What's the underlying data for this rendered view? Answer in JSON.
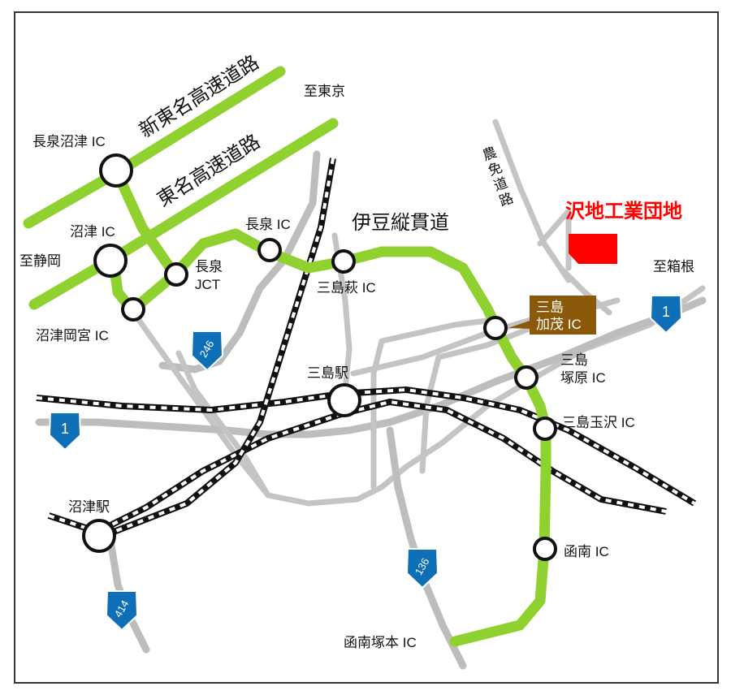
{
  "expressways": {
    "shin_tomei": "新東名高速道路",
    "tomei": "東名高速道路",
    "izu_jukan": "伊豆縦貫道"
  },
  "roads": {
    "nomen_doro": [
      "農",
      "免",
      "道",
      "路"
    ]
  },
  "directions": {
    "to_tokyo": "至東京",
    "to_shizuoka": "至静岡",
    "to_hakone": "至箱根"
  },
  "interchanges": {
    "nagaizumi_numazu": "長泉沼津 IC",
    "numazu": "沼津 IC",
    "nagaizumi_jct": [
      "長泉",
      "JCT"
    ],
    "numazu_okamiya": "沼津岡宮 IC",
    "nagaizumi": "長泉 IC",
    "mishima_hagi": "三島萩 IC",
    "mishima_kamo": [
      "三島",
      "加茂 IC"
    ],
    "mishima_tsukahara": [
      "三島",
      "塚原 IC"
    ],
    "mishima_tamasawa": "三島玉沢 IC",
    "kannami": "函南 IC",
    "kannami_tsukamoto": "函南塚本 IC"
  },
  "stations": {
    "mishima": "三島駅",
    "numazu": "沼津駅"
  },
  "route_shields": {
    "r246": "246",
    "r1_west": "1",
    "r1_east": "1",
    "r136": "136",
    "r414": "414"
  },
  "industrial_park": {
    "name": "沢地工業団地",
    "color": "#ff0000"
  },
  "colors": {
    "expressway": "#8fd22f",
    "road": "#bdbdbd",
    "shield": "#0e6fb6",
    "highlight_label": "#8a5a0a"
  }
}
